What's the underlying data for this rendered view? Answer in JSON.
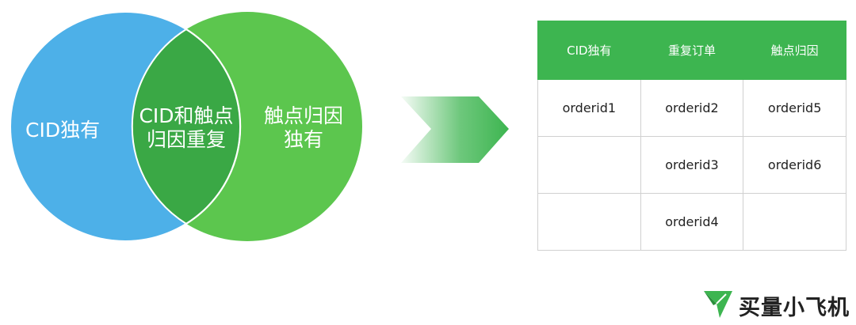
{
  "venn": {
    "left_label": "CID独有",
    "overlap_line1": "CID和触点",
    "overlap_line2": "归因重复",
    "right_line1": "触点归因",
    "right_line2": "独有",
    "colors": {
      "left": "#4db0e8",
      "right": "#5cc64e",
      "overlap": "#3aa845"
    }
  },
  "table": {
    "headers": [
      "CID独有",
      "重复订单",
      "触点归因"
    ],
    "rows": [
      [
        "orderid1",
        "orderid2",
        "orderid5"
      ],
      [
        "",
        "orderid3",
        "orderid6"
      ],
      [
        "",
        "orderid4",
        ""
      ]
    ],
    "header_color": "#3db550"
  },
  "logo": {
    "text": "买量小飞机",
    "icon": "paper-plane-icon",
    "color": "#3db550"
  }
}
